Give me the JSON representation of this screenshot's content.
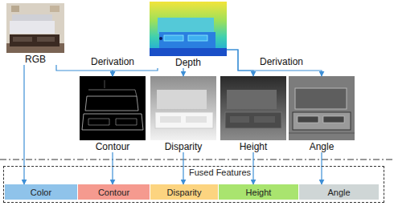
{
  "diagram": {
    "nodes": [
      {
        "text": [
          "RGB"
        ]
      },
      {
        "text": [
          "Depth"
        ]
      },
      {
        "text": [
          "Contour"
        ]
      },
      {
        "text": [
          "Disparity"
        ]
      },
      {
        "text": [
          "Height"
        ]
      },
      {
        "text": [
          "Angle"
        ]
      },
      {
        "text": [
          "Fused Features"
        ]
      },
      {
        "text": [
          "Color"
        ],
        "in": 6
      },
      {
        "text": [
          "Contour"
        ],
        "in": 6
      },
      {
        "text": [
          "Disparity"
        ],
        "in": 6
      },
      {
        "text": [
          "Height"
        ],
        "in": 6
      },
      {
        "text": [
          "Angle"
        ],
        "in": 6
      }
    ],
    "edges": [
      {
        "from": 0,
        "to": 2,
        "arrow": "to",
        "label": "Derivation"
      },
      {
        "from": 1,
        "to": 2,
        "arrow": "to"
      },
      {
        "from": 1,
        "to": 3,
        "arrow": "to"
      },
      {
        "from": 1,
        "to": 4,
        "arrow": "to",
        "label": "Derivation"
      },
      {
        "from": 1,
        "to": 5,
        "arrow": "to"
      },
      {
        "from": 0,
        "to": 7,
        "arrow": "to"
      },
      {
        "from": 2,
        "to": 8,
        "arrow": "to"
      },
      {
        "from": 3,
        "to": 9,
        "arrow": "to"
      },
      {
        "from": 4,
        "to": 10,
        "arrow": "to"
      },
      {
        "from": 5,
        "to": 11,
        "arrow": "to"
      }
    ]
  }
}
